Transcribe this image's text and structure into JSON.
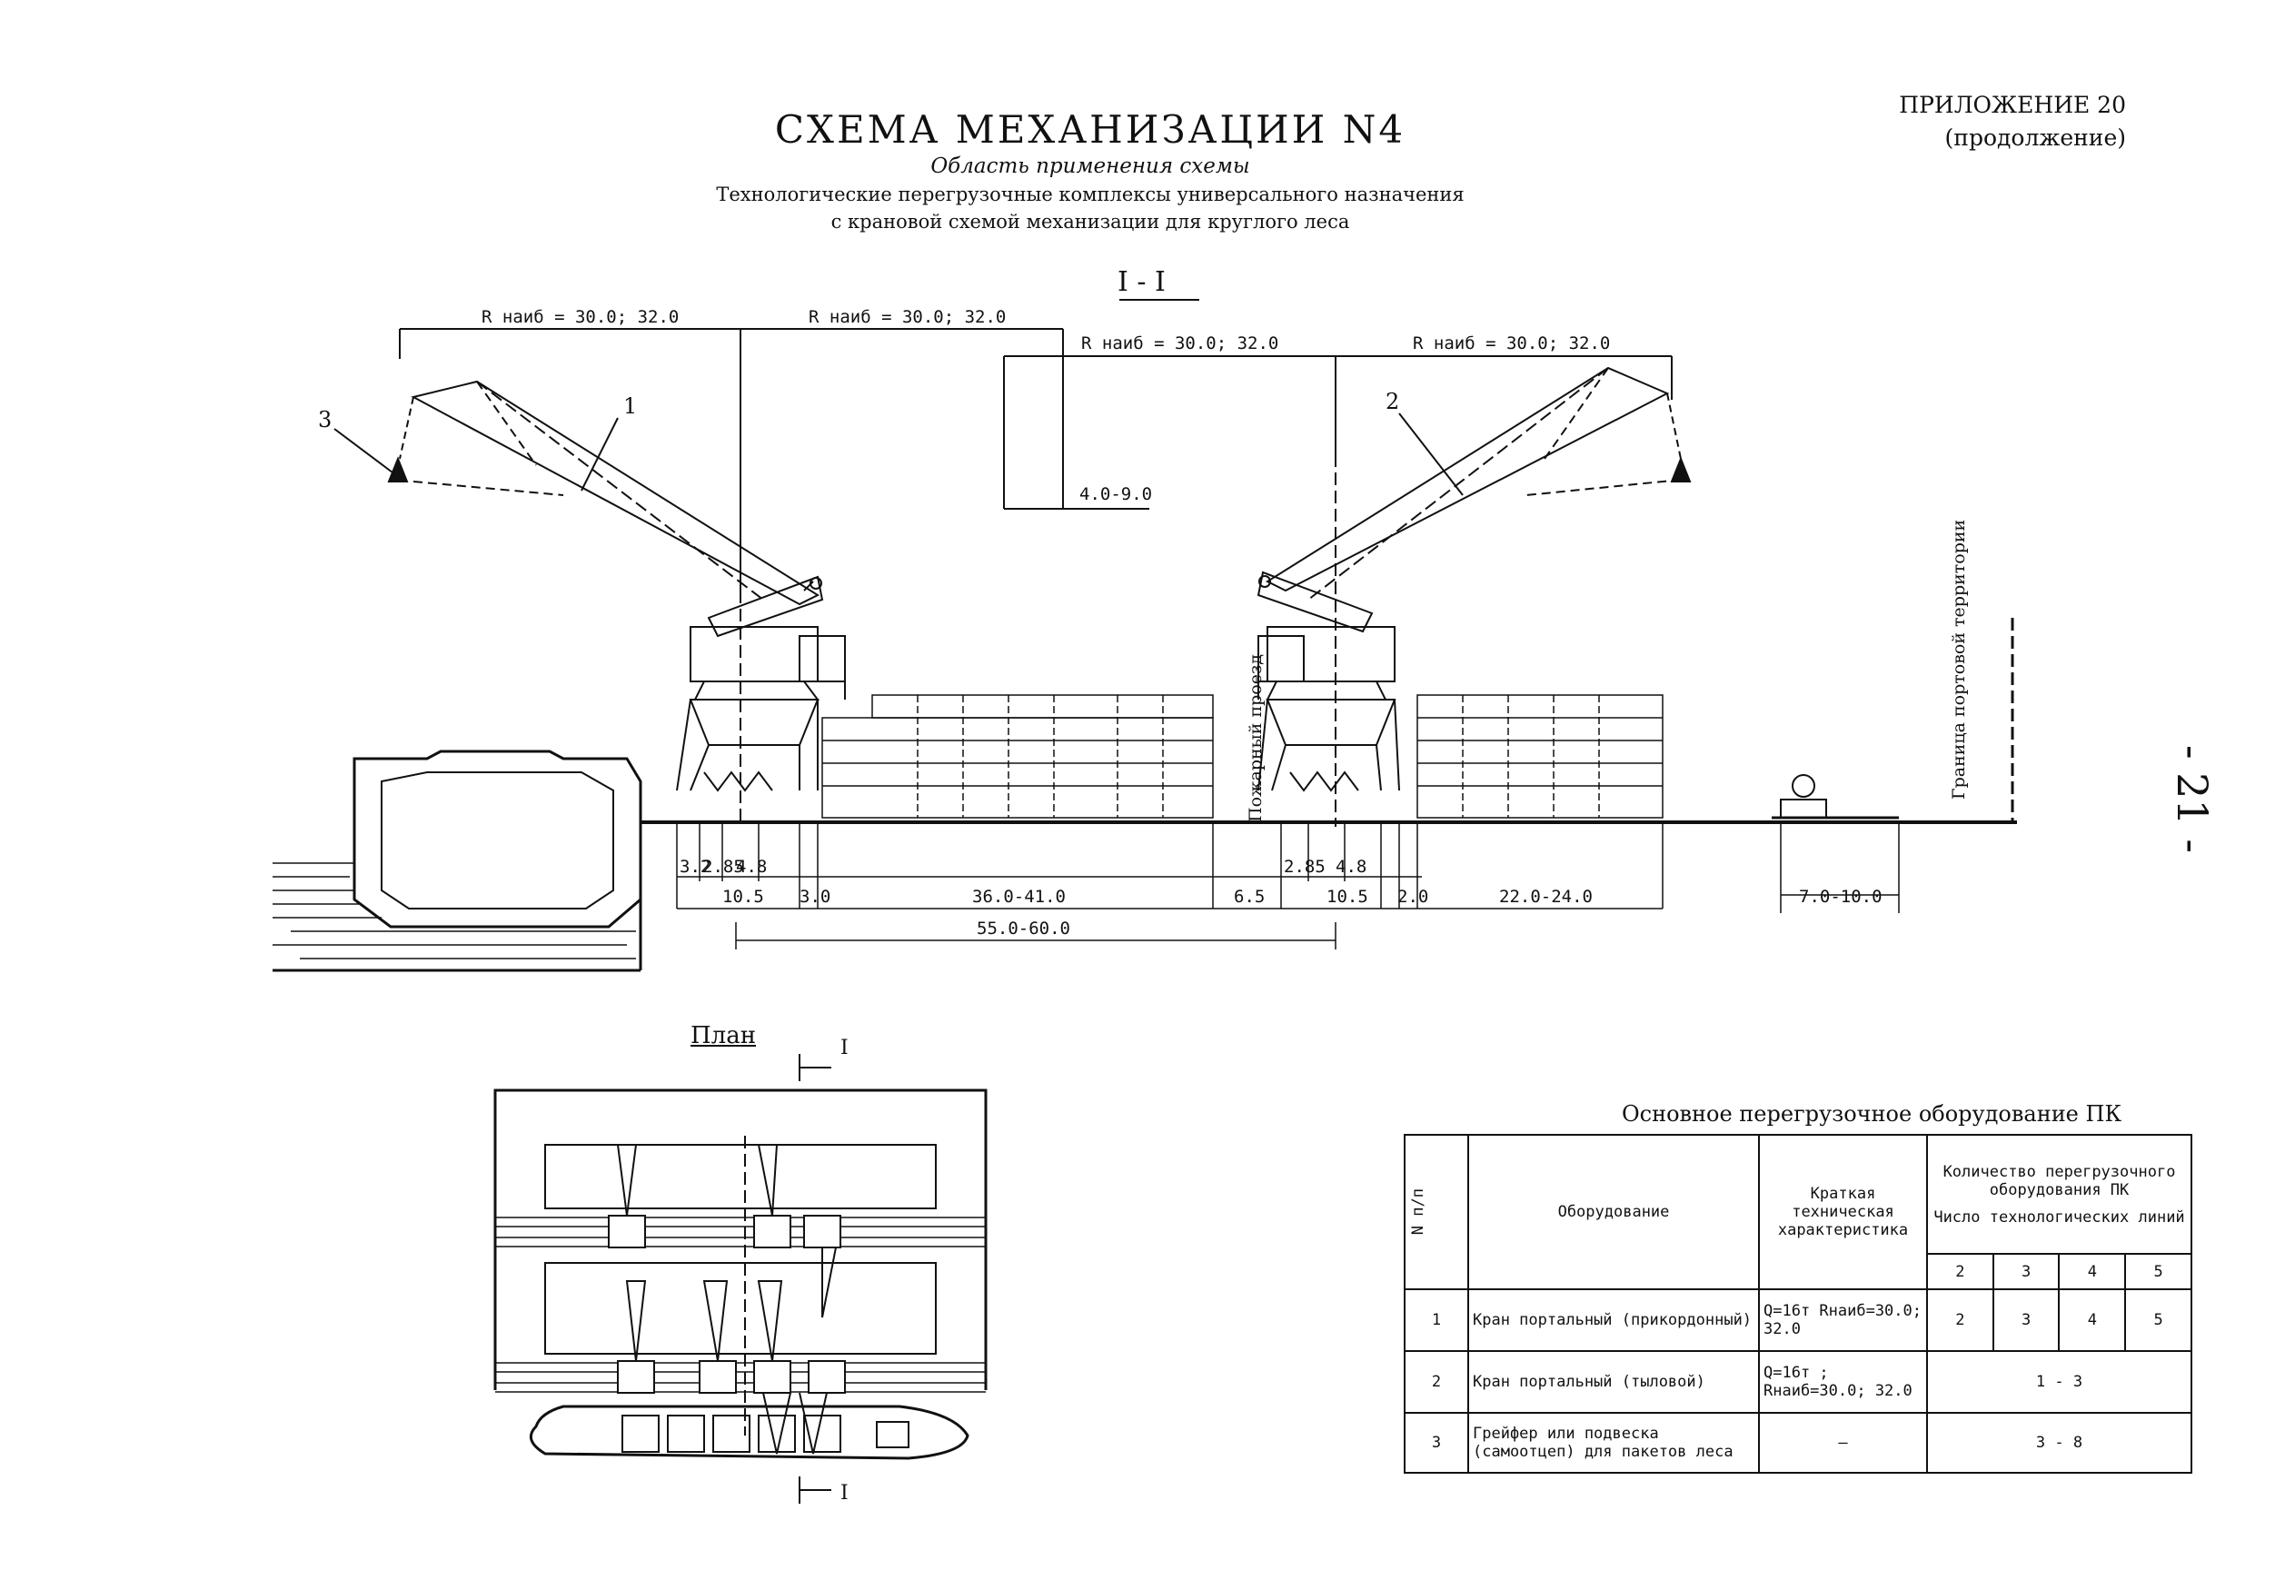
{
  "header": {
    "title": "СХЕМА МЕХАНИЗАЦИИ N4",
    "subtitle": "Область применения схемы",
    "description_line1": "Технологические перегрузочные комплексы универсального назначения",
    "description_line2": "с крановой схемой механизации для круглого леса",
    "appendix_line1": "ПРИЛОЖЕНИЕ 20",
    "appendix_line2": "(продолжение)",
    "page_number": "- 21 -"
  },
  "section": {
    "label": "I - I",
    "radius_left_1": "R наиб = 30.0; 32.0",
    "radius_left_2": "R наиб = 30.0; 32.0",
    "radius_right_1": "R наиб = 30.0; 32.0",
    "radius_right_2": "R наиб = 30.0; 32.0",
    "height_dim": "4.0-9.0",
    "callout_1": "1",
    "callout_2": "2",
    "callout_3": "3",
    "fire_passage": "Пожарный проезд",
    "port_boundary": "Граница портовой территории",
    "dims_row1": [
      "3.2",
      "2.85",
      "4.8",
      "2.85",
      "4.8"
    ],
    "dims_row2": [
      "10.5",
      "3.0",
      "36.0-41.0",
      "6.5",
      "10.5",
      "2.0",
      "22.0-24.0",
      "7.0-10.0"
    ],
    "dims_row3": "55.0-60.0"
  },
  "plan": {
    "label": "План",
    "section_mark_top": "I",
    "section_mark_bottom": "I"
  },
  "table": {
    "caption": "Основное перегрузочное оборудование ПК",
    "headers": {
      "num": "N п/п",
      "equipment": "Оборудование",
      "spec": "Краткая техническая характеристика",
      "quantity": "Количество перегрузочного оборудования ПК",
      "lines": "Число технологических линий",
      "line_counts": [
        "2",
        "3",
        "4",
        "5"
      ]
    },
    "rows": [
      {
        "num": "1",
        "equipment": "Кран портальный (прикордонный)",
        "spec": "Q=16т Rнаиб=30.0; 32.0",
        "counts": [
          "2",
          "3",
          "4",
          "5"
        ]
      },
      {
        "num": "2",
        "equipment": "Кран портальный (тыловой)",
        "spec": "Q=16т ; Rнаиб=30.0; 32.0",
        "merged": "1 - 3"
      },
      {
        "num": "3",
        "equipment": "Грейфер или подвеска (самоотцеп) для пакетов леса",
        "spec": "—",
        "merged": "3 - 8"
      }
    ]
  }
}
